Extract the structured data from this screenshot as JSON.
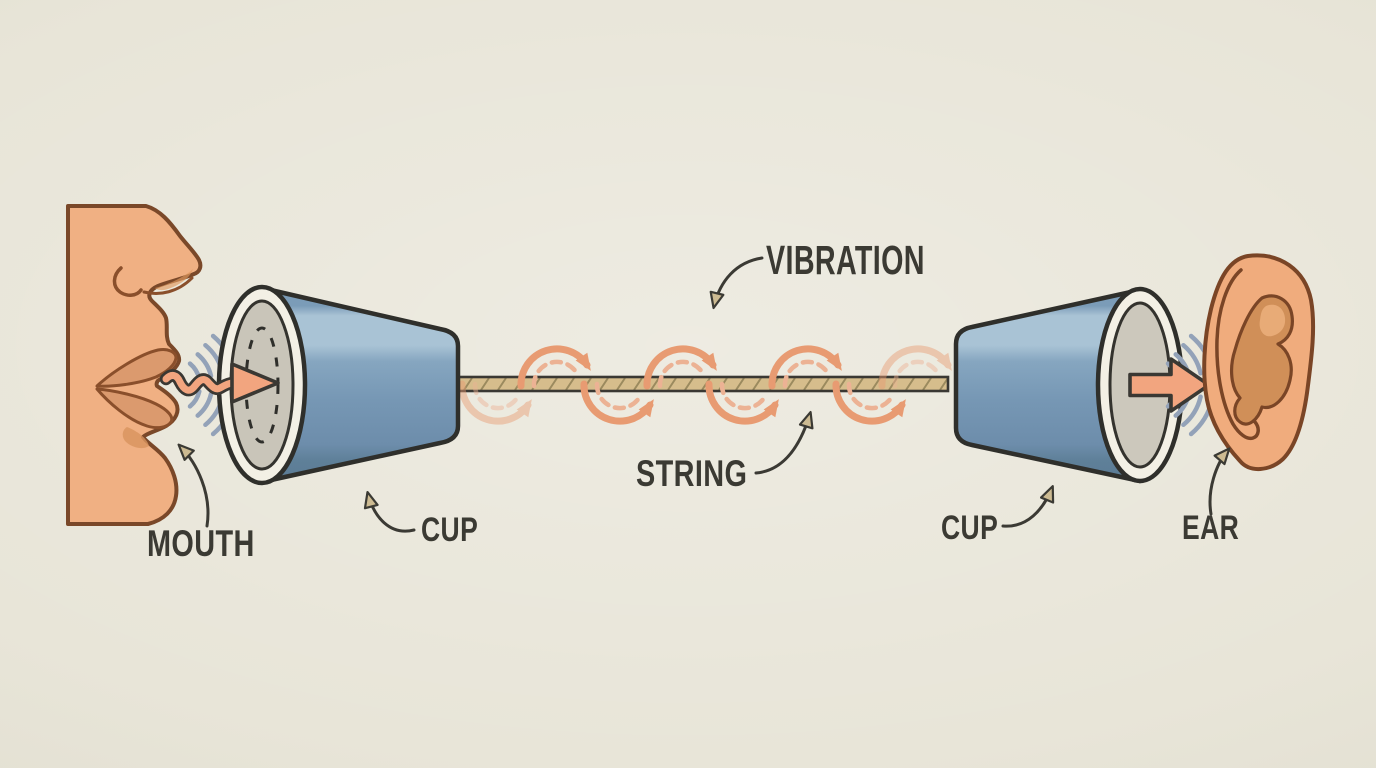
{
  "diagram": {
    "labels": {
      "mouth": "MOUTH",
      "cup_left": "CUP",
      "vibration": "VIBRATION",
      "string": "STRING",
      "cup_right": "CUP",
      "ear": "EAR"
    },
    "colors": {
      "background": "#e8e5d8",
      "label_text": "#3b3a33",
      "outline_ink": "#2f2f2b",
      "pointer_arrowhead": "#cdbb92",
      "cup_blue": "#7b9cb8",
      "cup_highlight": "#a9c3d5",
      "cup_rim": "#f3f0e5",
      "cup_interior": "#c9c5b9",
      "string_fill": "#d6bd8c",
      "string_hatch": "#9b8a5e",
      "sound_arrow": "#f2a57f",
      "vibration_arc": "#e89b72",
      "vibration_arc_dashed": "#ecb294",
      "sound_wave": "#93a2b8",
      "skin": "#f0b083",
      "skin_outline": "#7a4829",
      "lips": "#db9a6e",
      "ear_inner": "#d08f58"
    }
  }
}
